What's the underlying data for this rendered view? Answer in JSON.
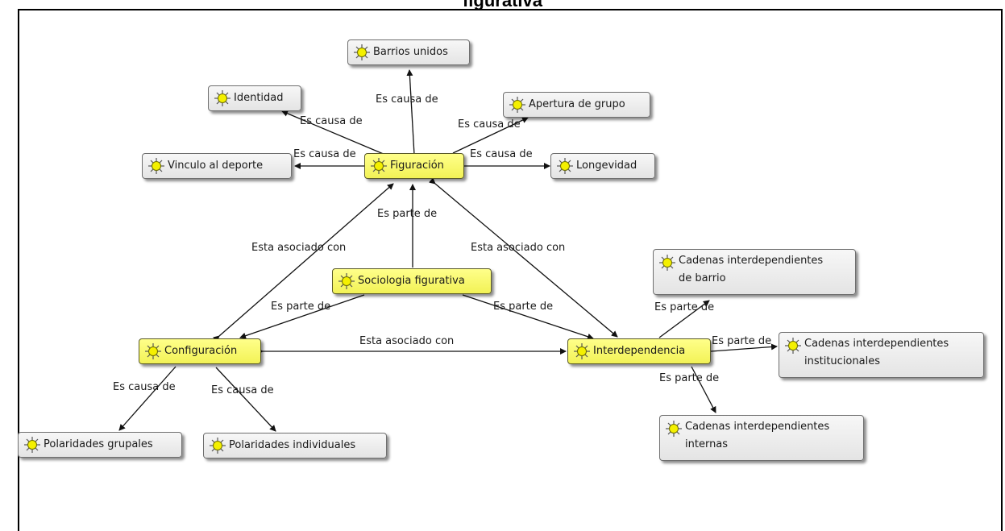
{
  "title": "figurativa",
  "nodes": {
    "barrios": "Barrios unidos",
    "identidad": "Identidad",
    "apertura": "Apertura de grupo",
    "vinculo": "Vinculo al deporte",
    "figuracion": "Figuración",
    "longevidad": "Longevidad",
    "cad_barrio": "Cadenas interdependientes\nde barrio",
    "sociologia": "Sociologia figurativa",
    "configuracion": "Configuración",
    "interdependencia": "Interdependencia",
    "cad_inst": "Cadenas interdependientes\ninstitucionales",
    "pol_grupales": "Polaridades grupales",
    "pol_indiv": "Polaridades individuales",
    "cad_internas": "Cadenas interdependientes\ninternas"
  },
  "links": {
    "fig_barrios": "Es causa de",
    "fig_identidad": "Es causa de",
    "fig_apertura": "Es causa de",
    "fig_vinculo": "Es causa de",
    "fig_longevidad": "Es causa de",
    "soc_fig": "Es parte de",
    "fig_conf": "Esta asociado con",
    "fig_inter": "Esta asociado con",
    "soc_conf": "Es parte de",
    "soc_inter": "Es parte de",
    "conf_inter": "Esta asociado con",
    "inter_barrio": "Es parte de",
    "inter_inst": "Es parte de",
    "inter_internas": "Es parte de",
    "conf_grupales": "Es causa de",
    "conf_indiv": "Es causa de"
  },
  "colors": {
    "node_fill": "#e8e8e8",
    "highlight_fill": "#f7f76a",
    "icon_fill": "#f4f000",
    "line": "#111111"
  },
  "icon": "sun-code-icon"
}
